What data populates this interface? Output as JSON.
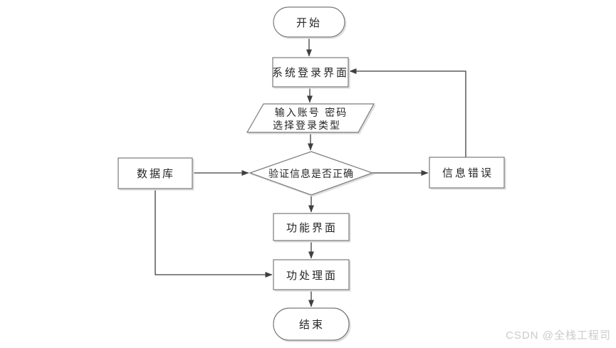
{
  "diagram": {
    "title": "login-flowchart",
    "nodes": {
      "start": {
        "label": "开始"
      },
      "login": {
        "label": "系统登录界面"
      },
      "input": {
        "line1": "输入账号 密码",
        "line2": "选择登录类型"
      },
      "verify": {
        "label": "验证信息是否正确"
      },
      "database": {
        "label": "数据库"
      },
      "error": {
        "label": "信息错误"
      },
      "function": {
        "label": "功能界面"
      },
      "process": {
        "label": "功处理面"
      },
      "end": {
        "label": "结束"
      }
    },
    "edges": [
      {
        "from": "start",
        "to": "login"
      },
      {
        "from": "login",
        "to": "input"
      },
      {
        "from": "input",
        "to": "verify"
      },
      {
        "from": "database",
        "to": "verify"
      },
      {
        "from": "verify",
        "to": "error"
      },
      {
        "from": "error",
        "to": "login"
      },
      {
        "from": "verify",
        "to": "function"
      },
      {
        "from": "function",
        "to": "process"
      },
      {
        "from": "database",
        "to": "process"
      },
      {
        "from": "process",
        "to": "end"
      }
    ],
    "colors": {
      "line": "#3f3f3f",
      "border": "#7a7a7a",
      "text": "#262626",
      "shadow": "#dedede",
      "background": "#ffffff",
      "watermark": "#cbcbcb"
    }
  },
  "watermark": {
    "text": "CSDN @全栈工程司"
  }
}
